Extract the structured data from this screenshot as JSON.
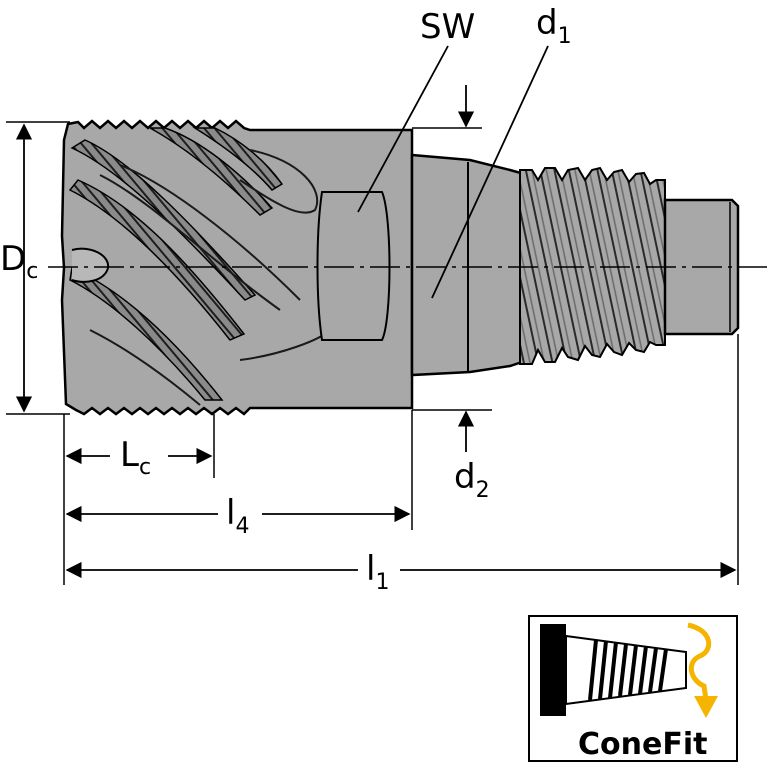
{
  "labels": {
    "sw": "SW",
    "d1_main": "d",
    "d1_sub": "1",
    "d2_main": "d",
    "d2_sub": "2",
    "dc_main": "D",
    "dc_sub": "c",
    "lc_main": "L",
    "lc_sub": "c",
    "l4_main": "l",
    "l4_sub": "4",
    "l1_main": "l",
    "l1_sub": "1"
  },
  "badge": {
    "text": "ConeFit"
  },
  "colors": {
    "body_fill": "#a8a8a8",
    "flute_dark": "#5a5a5a",
    "outline": "#000000",
    "accent_arrow": "#f5b400"
  }
}
